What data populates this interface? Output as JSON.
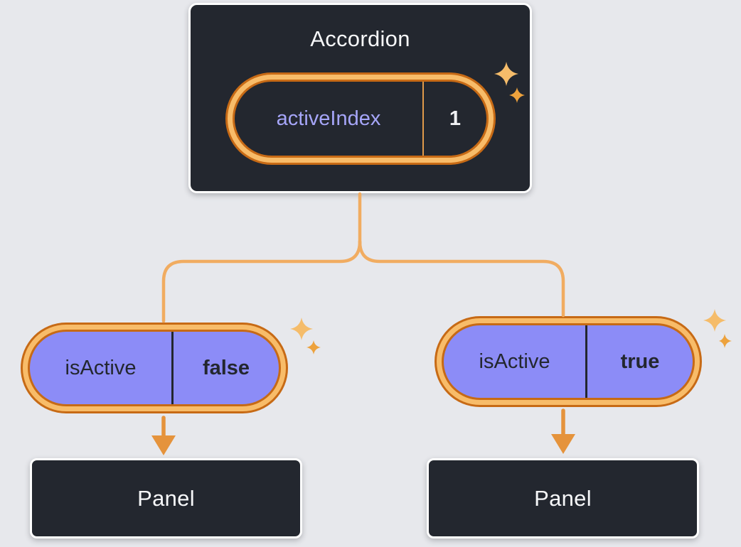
{
  "tree": {
    "root": {
      "label": "Accordion",
      "state": {
        "name": "activeIndex",
        "value": "1"
      }
    },
    "children": [
      {
        "prop": {
          "name": "isActive",
          "value": "false"
        },
        "panel": {
          "label": "Panel"
        }
      },
      {
        "prop": {
          "name": "isActive",
          "value": "true"
        },
        "panel": {
          "label": "Panel"
        }
      }
    ]
  },
  "icons": {
    "sparkle": "four-point-star"
  },
  "colors": {
    "canvas_background": "#e7e8ec",
    "component_box_background": "#23272f",
    "component_box_border": "#ffffff",
    "component_text": "#f6f7f9",
    "state_name_text": "#a6a6f9",
    "state_value_text": "#f0f1f4",
    "prop_pill_background": "#8c8cf7",
    "prop_text": "#23272f",
    "highlight_ring_dark": "#c76a15",
    "highlight_ring_light": "#f8bc69",
    "connector_line": "#f1ac61",
    "arrow": "#e5933c",
    "sparkle_large": "#f5bc6a",
    "sparkle_small": "#eda23d"
  }
}
